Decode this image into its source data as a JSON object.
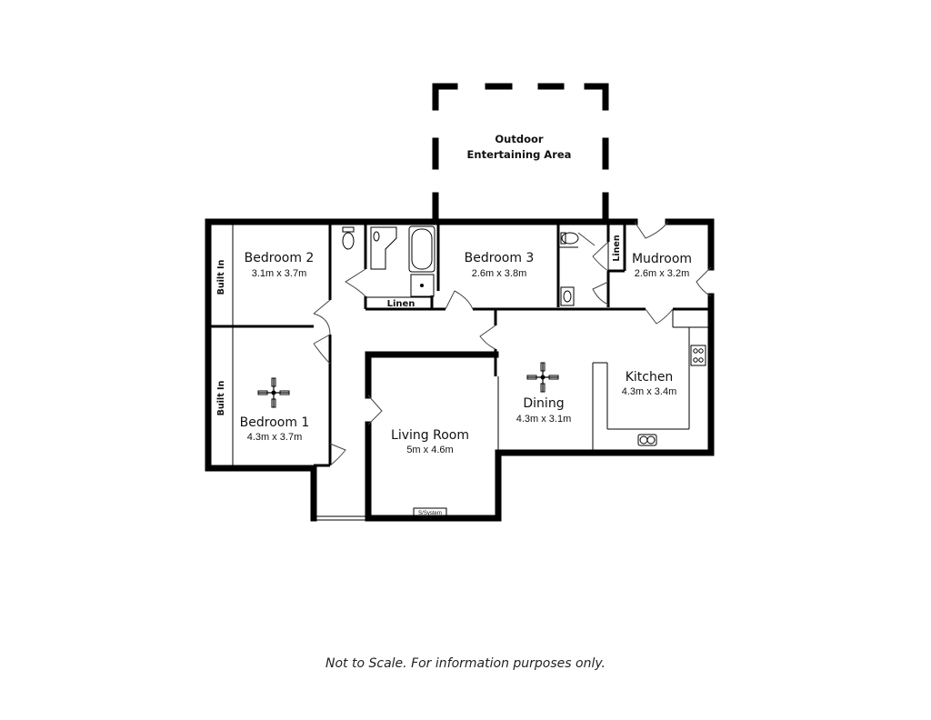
{
  "outdoor": {
    "line1": "Outdoor",
    "line2": "Entertaining Area"
  },
  "rooms": {
    "bedroom2": {
      "name": "Bedroom 2",
      "dims": "3.1m x 3.7m"
    },
    "bedroom3": {
      "name": "Bedroom 3",
      "dims": "2.6m x 3.8m"
    },
    "mudroom": {
      "name": "Mudroom",
      "dims": "2.6m x 3.2m"
    },
    "kitchen": {
      "name": "Kitchen",
      "dims": "4.3m x 3.4m"
    },
    "dining": {
      "name": "Dining",
      "dims": "4.3m x 3.1m"
    },
    "bedroom1": {
      "name": "Bedroom 1",
      "dims": "4.3m x 3.7m"
    },
    "living": {
      "name": "Living Room",
      "dims": "5m x 4.6m"
    }
  },
  "labels": {
    "built_in_1": "Built In",
    "built_in_2": "Built In",
    "linen_1": "Linen",
    "linen_2": "Linen",
    "s_system": "S/System"
  },
  "footer": "Not to Scale.  For information purposes only.",
  "icons": [
    "ceiling-fan-icon",
    "toilet-icon",
    "bathtub-icon",
    "shower-icon",
    "cooktop-icon",
    "sink-icon",
    "door-swing-icon"
  ]
}
